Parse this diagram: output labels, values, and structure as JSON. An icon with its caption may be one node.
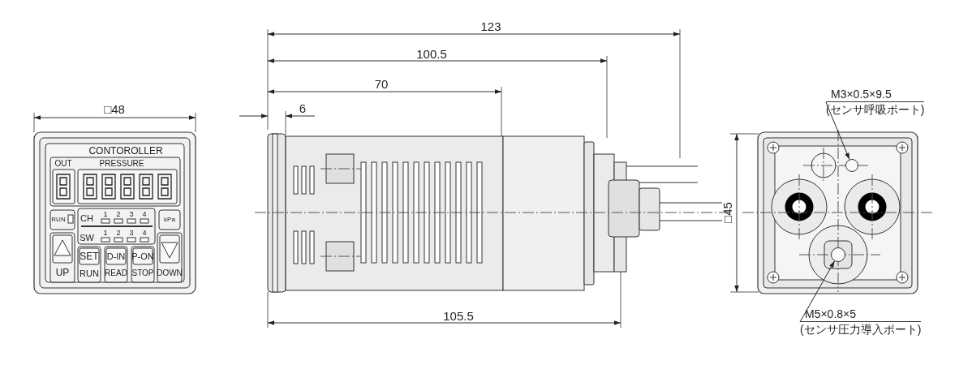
{
  "diagram": {
    "nodes": [
      {
        "text": [
          "M3×0.5×9.5",
          "(センサ呼吸ポート)"
        ]
      },
      {
        "text": [],
        "shape": "circle"
      },
      {
        "text": [
          "M5×0.8×5",
          "(センサ圧力導入ポート)"
        ]
      },
      {
        "text": [],
        "shape": "circle"
      }
    ],
    "edges": [
      {
        "from": 0,
        "to": 1,
        "arrow": "to"
      },
      {
        "from": 2,
        "to": 3,
        "arrow": "to"
      }
    ],
    "labels": [
      "123",
      "100.5",
      "70",
      "□48",
      "6",
      "CONTOROLLER",
      "OUT",
      "PRESSURE",
      "RUN",
      "CH",
      "1",
      "2",
      "3",
      "4",
      "kPa",
      "SW",
      "1",
      "2",
      "3",
      "4",
      "UP",
      "SET",
      "RUN",
      "D-IN",
      "READ",
      "P-ON",
      "STOP",
      "DOWN",
      "□45",
      "105.5"
    ]
  }
}
